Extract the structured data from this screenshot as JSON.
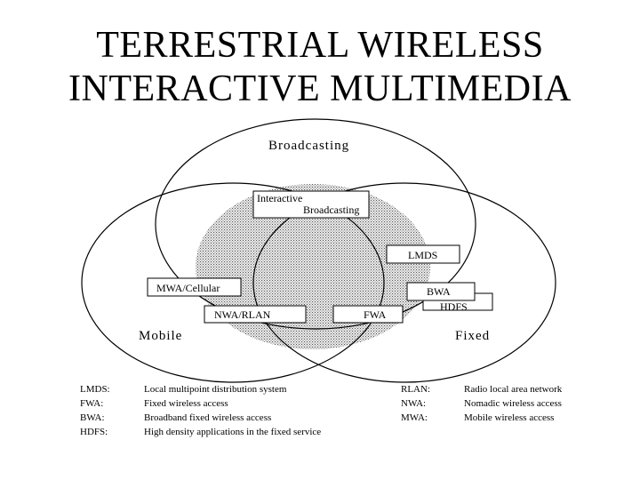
{
  "title": {
    "line1": "TERRESTRIAL WIRELESS",
    "line2": "INTERACTIVE MULTIMEDIA"
  },
  "circles": {
    "broadcasting": "Broadcasting",
    "mobile": "Mobile",
    "fixed": "Fixed"
  },
  "boxes": {
    "interactive_line1": "Interactive",
    "interactive_line2": "Broadcasting",
    "lmds": "LMDS",
    "mwa_cellular": "MWA/Cellular",
    "bwa": "BWA",
    "hdfs": "HDFS",
    "nwa_rlan": "NWA/RLAN",
    "fwa": "FWA"
  },
  "legend_left": {
    "abbrs": [
      "LMDS:",
      "FWA:",
      "BWA:",
      "HDFS:"
    ],
    "defs": [
      "Local multipoint distribution system",
      "Fixed wireless access",
      "Broadband fixed wireless access",
      "High density applications in the fixed service"
    ]
  },
  "legend_right": {
    "abbrs": [
      "RLAN:",
      "NWA:",
      "MWA:"
    ],
    "defs": [
      "Radio local area network",
      "Nomadic wireless access",
      "Mobile wireless access"
    ]
  }
}
